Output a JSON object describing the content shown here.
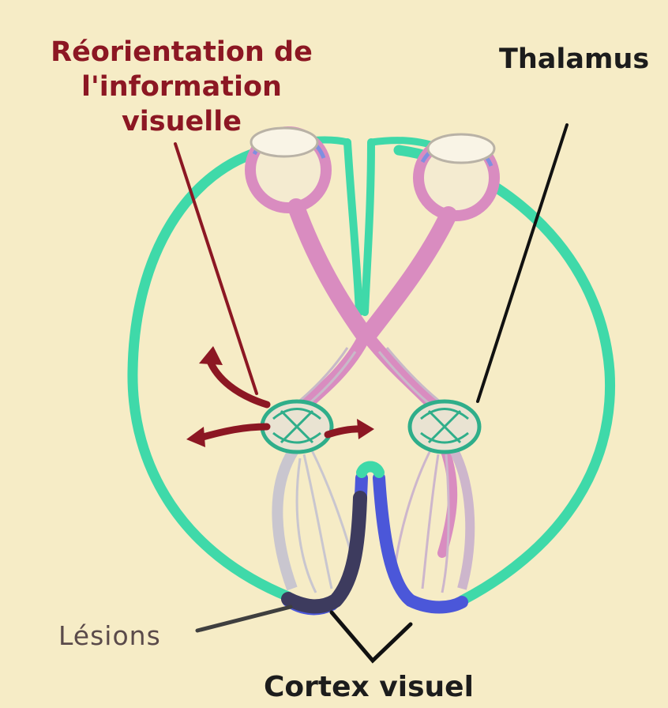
{
  "labels": {
    "reorientation_line1": "Réorientation de",
    "reorientation_line2": "l'information",
    "reorientation_line3": "visuelle",
    "thalamus": "Thalamus",
    "lesions": "Lésions",
    "cortex_visuel": "Cortex visuel"
  },
  "colors": {
    "background": "#f6ecc6",
    "brain_outline": "#3fd9a9",
    "optic_pathway": "#d98cc0",
    "cortex": "#4b57d9",
    "lesion": "#3d3b5e",
    "reorientation": "#8c1723",
    "leader_line": "#111111"
  }
}
